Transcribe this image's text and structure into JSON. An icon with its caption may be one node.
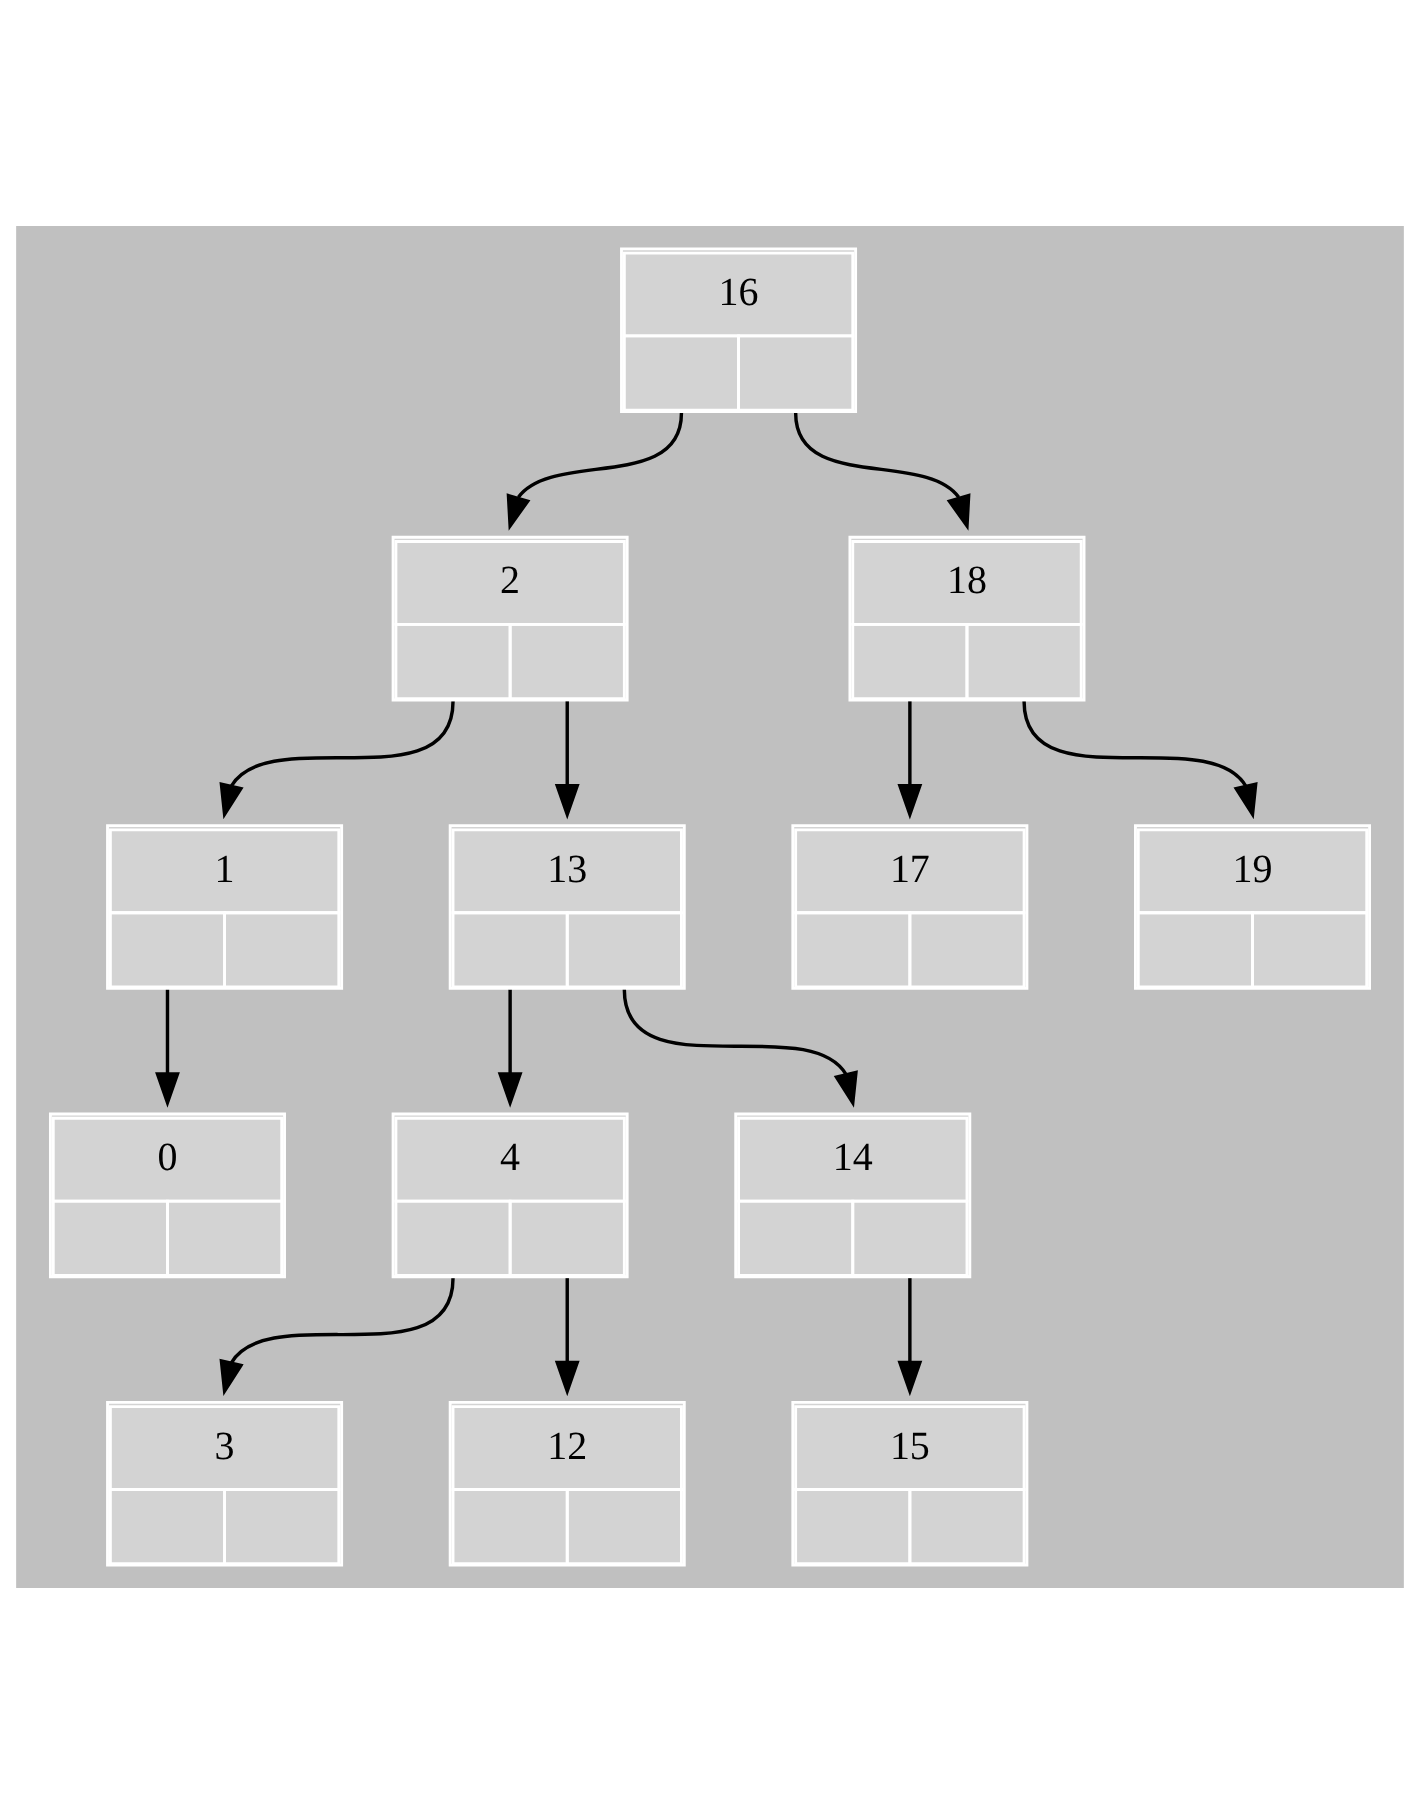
{
  "diagram": {
    "nodes": [
      {
        "text": [
          "16"
        ]
      },
      {
        "text": [
          "2"
        ]
      },
      {
        "text": [
          "18"
        ]
      },
      {
        "text": [
          "1"
        ]
      },
      {
        "text": [
          "13"
        ]
      },
      {
        "text": [
          "17"
        ]
      },
      {
        "text": [
          "19"
        ]
      },
      {
        "text": [
          "0"
        ]
      },
      {
        "text": [
          "4"
        ]
      },
      {
        "text": [
          "14"
        ]
      },
      {
        "text": [
          "3"
        ]
      },
      {
        "text": [
          "12"
        ]
      },
      {
        "text": [
          "15"
        ]
      }
    ],
    "edges": [
      {
        "from": 0,
        "to": 1,
        "arrow": "to"
      },
      {
        "from": 0,
        "to": 2,
        "arrow": "to"
      },
      {
        "from": 1,
        "to": 3,
        "arrow": "to"
      },
      {
        "from": 1,
        "to": 4,
        "arrow": "to"
      },
      {
        "from": 2,
        "to": 5,
        "arrow": "to"
      },
      {
        "from": 2,
        "to": 6,
        "arrow": "to"
      },
      {
        "from": 3,
        "to": 7,
        "arrow": "to"
      },
      {
        "from": 4,
        "to": 8,
        "arrow": "to"
      },
      {
        "from": 4,
        "to": 9,
        "arrow": "to"
      },
      {
        "from": 8,
        "to": 10,
        "arrow": "to"
      },
      {
        "from": 8,
        "to": 11,
        "arrow": "to"
      },
      {
        "from": 9,
        "to": 12,
        "arrow": "to"
      }
    ]
  }
}
